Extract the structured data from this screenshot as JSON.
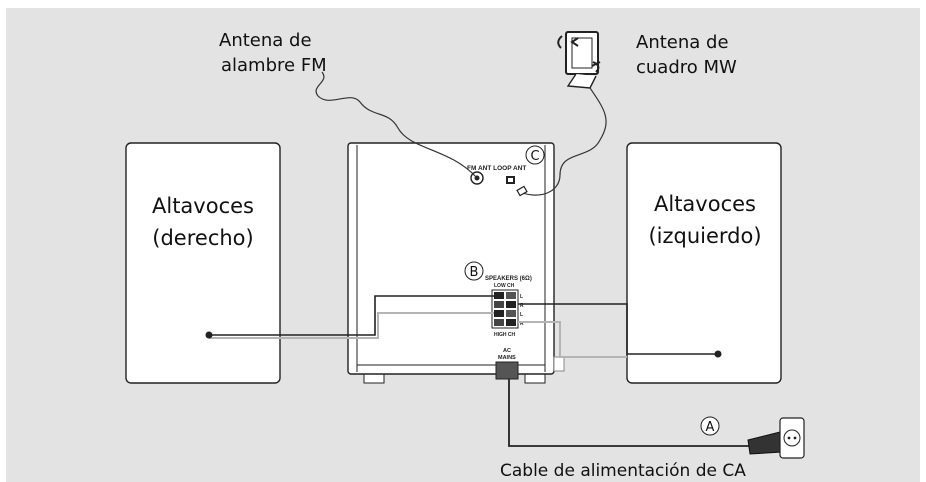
{
  "labels": {
    "fm_antenna": [
      "Antena de",
      "alambre FM"
    ],
    "mw_antenna": [
      "Antena de",
      "cuadro MW"
    ],
    "speaker_right": [
      "Altavoces",
      "(derecho)"
    ],
    "speaker_left": [
      "Altavoces",
      "(izquierdo)"
    ],
    "power_cable": "Cable de alimentación de CA"
  },
  "unit_labels": {
    "antenna_panel": "FM ANT LOOP ANT",
    "speakers": "SPEAKERS (6Ω)",
    "low_ch": "LOW CH",
    "high_ch": "HIGH CH",
    "ac": "AC",
    "mains": "MAINS",
    "channel_l": "L",
    "channel_r": "R"
  },
  "callouts": {
    "a": "A",
    "b": "B",
    "c": "C"
  },
  "colors": {
    "background": "#e3e3e3",
    "panel": "#ffffff",
    "line": "#222222",
    "wire_gray": "#b4b4b4"
  }
}
